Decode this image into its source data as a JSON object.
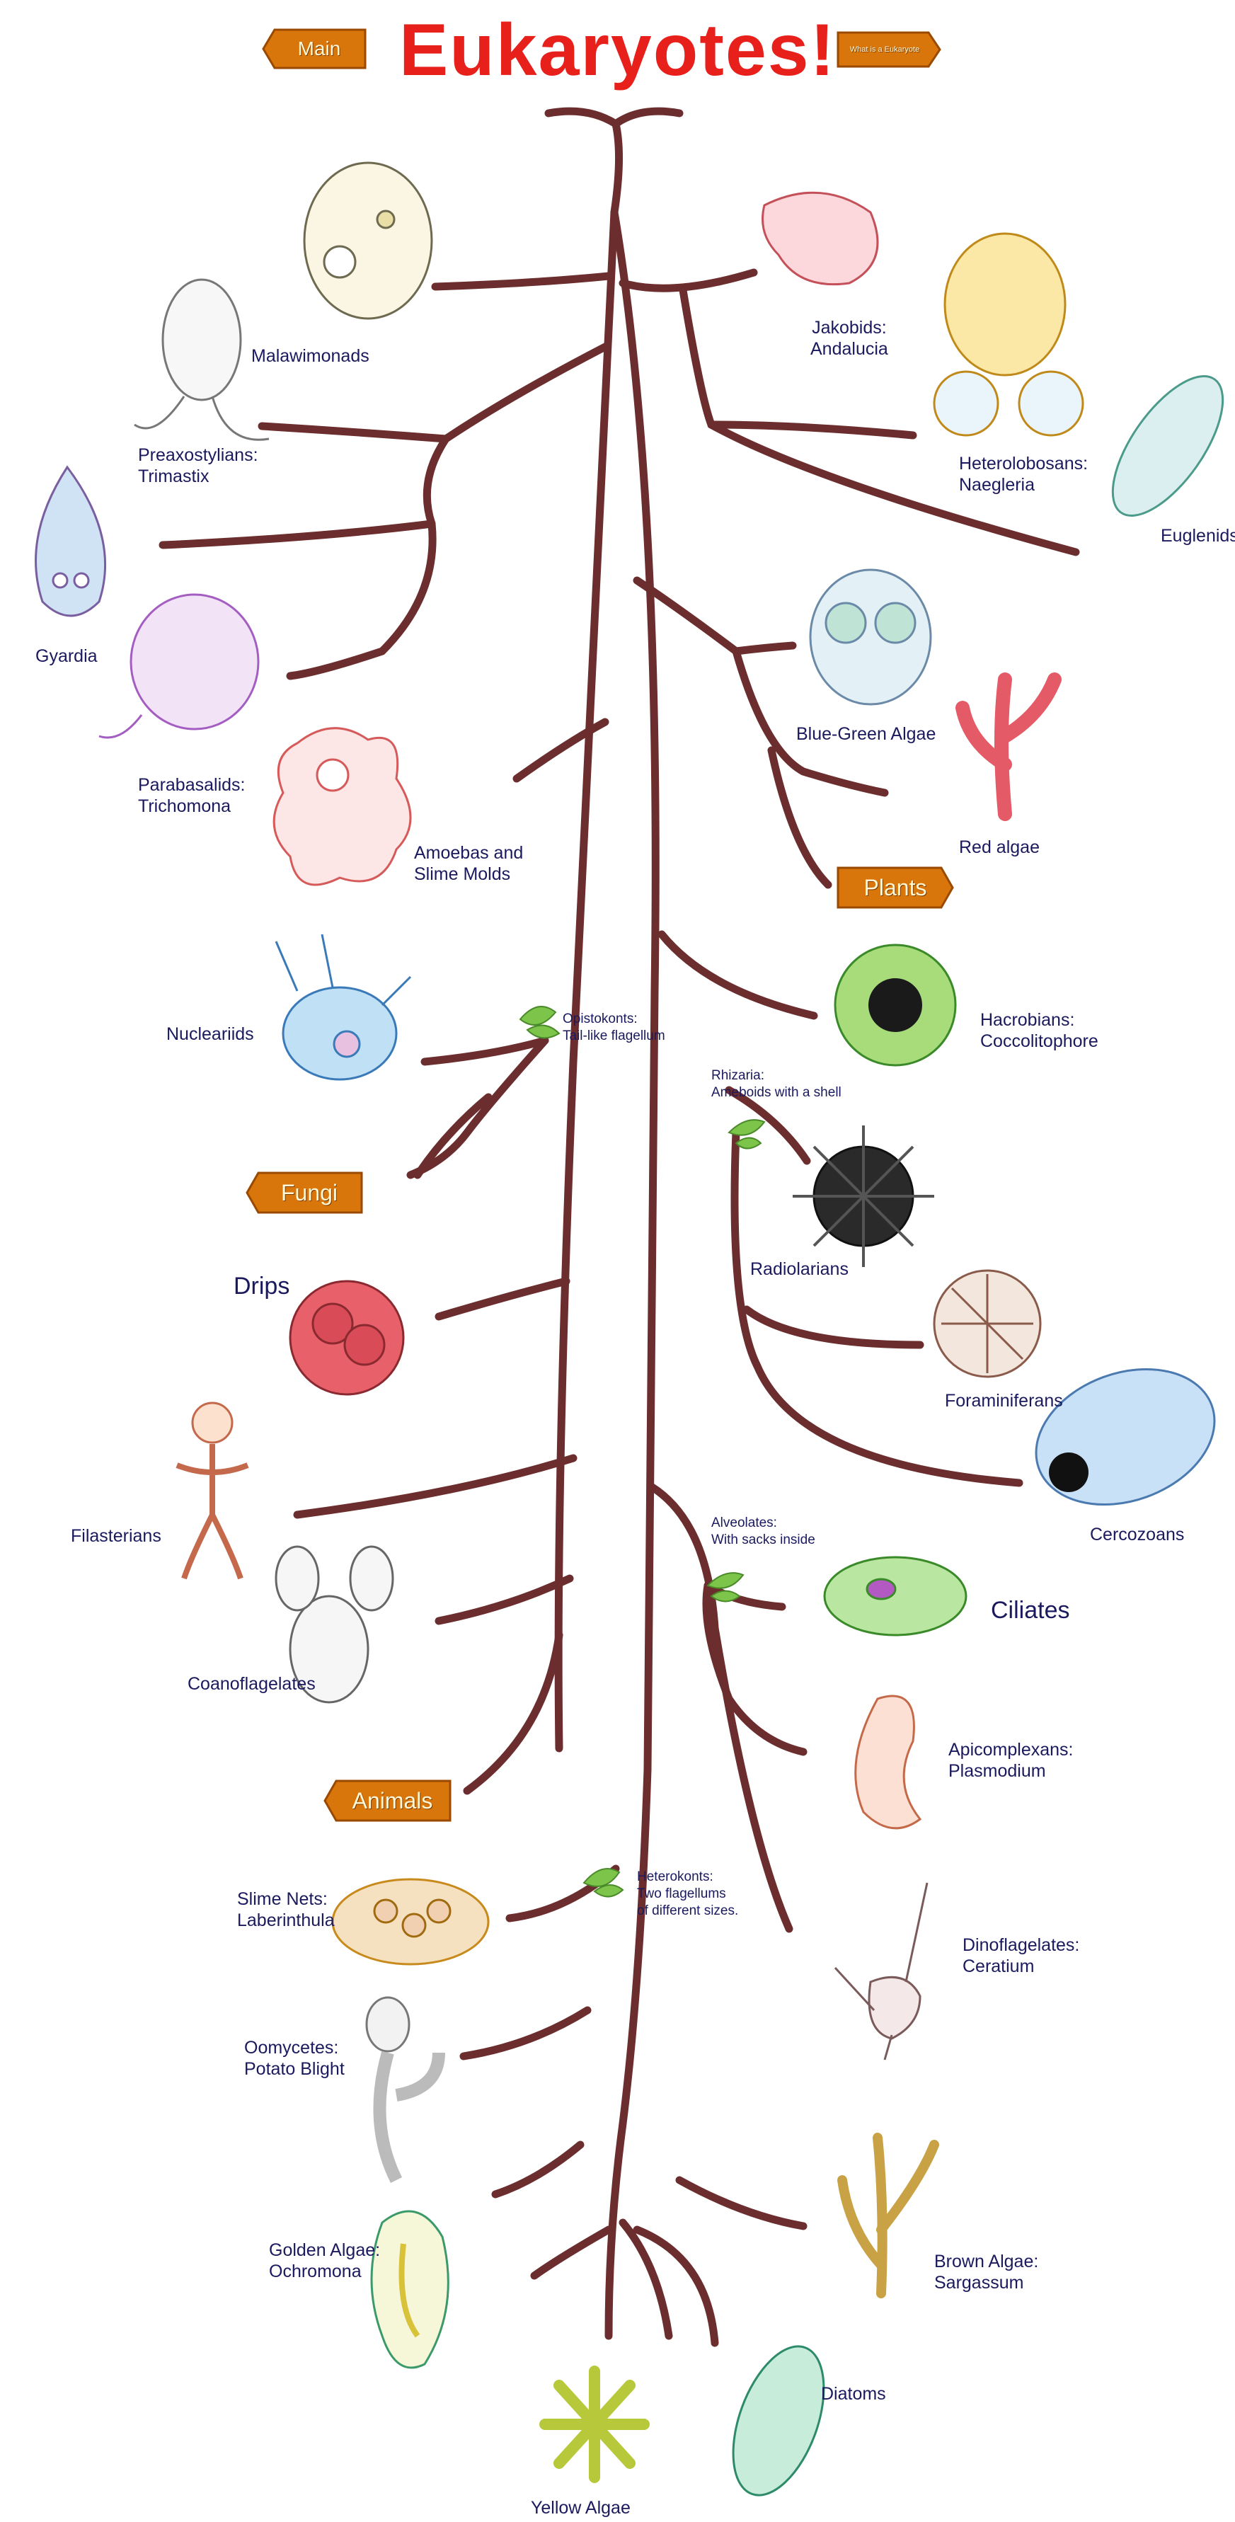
{
  "title": "Eukaryotes!",
  "nav": {
    "main": "Main",
    "what_is": "What is a Eukaryote"
  },
  "colors": {
    "branch": "#6b2d2d",
    "title": "#e8201c",
    "label": "#1b1a5e",
    "sign": "#d9760b",
    "leaf": "#7cc44a"
  },
  "signs": {
    "plants": "Plants",
    "fungi": "Fungi",
    "animals": "Animals"
  },
  "notes": {
    "opistokonts": "Opistokonts:\nTail-like flagellum",
    "rhizaria": "Rhizaria:\nAmeboids with a shell",
    "alveolates": "Alveolates:\nWith sacks inside",
    "heterokonts": "Heterokonts:\nTwo flagellums\nof different sizes."
  },
  "groups": {
    "malawimonads": "Malawimonads",
    "preaxostylians": "Preaxostylians:\nTrimastix",
    "gyardia": "Gyardia",
    "parabasalids": "Parabasalids:\nTrichomona",
    "amoebas": "Amoebas and\nSlime Molds",
    "nucleariids": "Nucleariids",
    "drips": "Drips",
    "filasterians": "Filasterians",
    "coanoflagelates": "Coanoflagelates",
    "slime_nets": "Slime Nets:\nLaberinthula",
    "oomycetes": "Oomycetes:\nPotato Blight",
    "golden_algae": "Golden Algae:\nOchromona",
    "yellow_algae": "Yellow Algae",
    "jakobids": "Jakobids:\nAndalucia",
    "heterolobosans": "Heterolobosans:\nNaegleria",
    "euglenids": "Euglenids",
    "blue_green": "Blue-Green Algae",
    "red_algae": "Red algae",
    "hacrobians": "Hacrobians:\nCoccolitophore",
    "radiolarians": "Radiolarians",
    "foraminiferans": "Foraminiferans",
    "cercozoans": "Cercozoans",
    "ciliates": "Ciliates",
    "apicomplexans": "Apicomplexans:\nPlasmodium",
    "dinoflagelates": "Dinoflagelates:\nCeratium",
    "brown_algae": "Brown Algae:\nSargassum",
    "diatoms": "Diatoms"
  }
}
